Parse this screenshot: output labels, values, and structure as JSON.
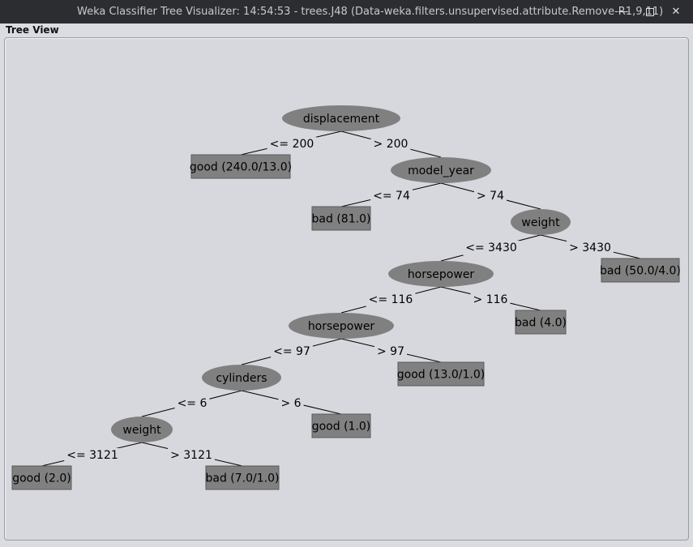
{
  "window": {
    "title": "Weka Classifier Tree Visualizer: 14:54:53 - trees.J48 (Data-weka.filters.unsupervised.attribute.Remove-R1,9,11)",
    "minimize_icon": "minimize-icon",
    "maximize_icon": "maximize-icon",
    "close_icon": "close-icon"
  },
  "panel": {
    "label": "Tree View"
  },
  "tree": {
    "nodes": [
      {
        "id": "n1",
        "kind": "split",
        "label": "displacement"
      },
      {
        "id": "l1",
        "kind": "leaf",
        "label": "good (240.0/13.0)"
      },
      {
        "id": "n2",
        "kind": "split",
        "label": "model_year"
      },
      {
        "id": "l2",
        "kind": "leaf",
        "label": "bad (81.0)"
      },
      {
        "id": "n3",
        "kind": "split",
        "label": "weight"
      },
      {
        "id": "n4",
        "kind": "split",
        "label": "horsepower"
      },
      {
        "id": "l3",
        "kind": "leaf",
        "label": "bad (50.0/4.0)"
      },
      {
        "id": "n5",
        "kind": "split",
        "label": "horsepower"
      },
      {
        "id": "l4",
        "kind": "leaf",
        "label": "bad (4.0)"
      },
      {
        "id": "n6",
        "kind": "split",
        "label": "cylinders"
      },
      {
        "id": "l5",
        "kind": "leaf",
        "label": "good (13.0/1.0)"
      },
      {
        "id": "n7",
        "kind": "split",
        "label": "weight"
      },
      {
        "id": "l6",
        "kind": "leaf",
        "label": "good (1.0)"
      },
      {
        "id": "l7",
        "kind": "leaf",
        "label": "good (2.0)"
      },
      {
        "id": "l8",
        "kind": "leaf",
        "label": "bad (7.0/1.0)"
      }
    ],
    "edges": [
      {
        "from": "n1",
        "to": "l1",
        "label": "<= 200"
      },
      {
        "from": "n1",
        "to": "n2",
        "label": "> 200"
      },
      {
        "from": "n2",
        "to": "l2",
        "label": "<= 74"
      },
      {
        "from": "n2",
        "to": "n3",
        "label": "> 74"
      },
      {
        "from": "n3",
        "to": "n4",
        "label": "<= 3430"
      },
      {
        "from": "n3",
        "to": "l3",
        "label": "> 3430"
      },
      {
        "from": "n4",
        "to": "n5",
        "label": "<= 116"
      },
      {
        "from": "n4",
        "to": "l4",
        "label": "> 116"
      },
      {
        "from": "n5",
        "to": "n6",
        "label": "<= 97"
      },
      {
        "from": "n5",
        "to": "l5",
        "label": "> 97"
      },
      {
        "from": "n6",
        "to": "n7",
        "label": "<= 6"
      },
      {
        "from": "n6",
        "to": "l6",
        "label": "> 6"
      },
      {
        "from": "n7",
        "to": "l7",
        "label": "<= 3121"
      },
      {
        "from": "n7",
        "to": "l8",
        "label": "> 3121"
      }
    ]
  }
}
